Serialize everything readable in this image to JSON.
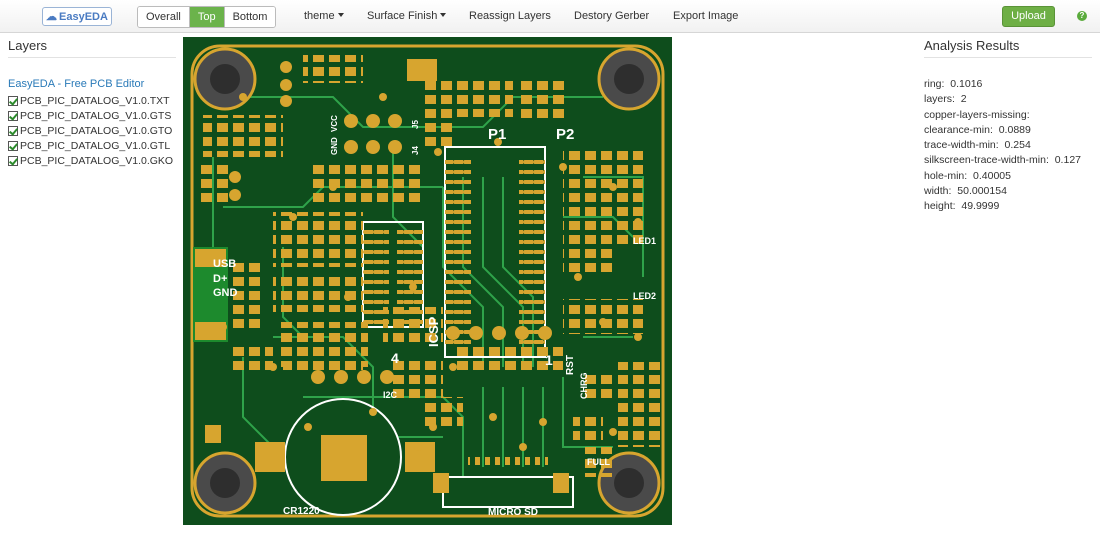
{
  "app": {
    "logo_text": "EasyEDA"
  },
  "toolbar": {
    "view_buttons": [
      "Overall",
      "Top",
      "Bottom"
    ],
    "active_view": "Top",
    "menus": {
      "theme": "theme",
      "surface_finish": "Surface Finish",
      "reassign": "Reassign Layers",
      "destroy": "Destory Gerber",
      "export": "Export Image"
    },
    "upload_label": "Upload",
    "help_label": "?"
  },
  "layers_panel": {
    "title": "Layers",
    "editor_link": "EasyEDA - Free PCB Editor",
    "items": [
      "PCB_PIC_DATALOG_V1.0.TXT",
      "PCB_PIC_DATALOG_V1.0.GTS",
      "PCB_PIC_DATALOG_V1.0.GTO",
      "PCB_PIC_DATALOG_V1.0.GTL",
      "PCB_PIC_DATALOG_V1.0.GKO"
    ]
  },
  "analysis": {
    "title": "Analysis Results",
    "items": [
      {
        "label": "ring:",
        "value": "0.1016"
      },
      {
        "label": "layers:",
        "value": "2"
      },
      {
        "label": "copper-layers-missing:",
        "value": ""
      },
      {
        "label": "clearance-min:",
        "value": "0.0889"
      },
      {
        "label": "trace-width-min:",
        "value": "0.254"
      },
      {
        "label": "silkscreen-trace-width-min:",
        "value": "0.127"
      },
      {
        "label": "hole-min:",
        "value": "0.40005"
      },
      {
        "label": "width:",
        "value": "50.000154"
      },
      {
        "label": "height:",
        "value": "49.9999"
      }
    ]
  },
  "pcb": {
    "labels": {
      "p1": "P1",
      "p2": "P2",
      "led1": "LED1",
      "led2": "LED2",
      "icsp": "ICSP",
      "rst": "RST",
      "chrg": "CHRG",
      "full": "FULL",
      "i2c": "I2C",
      "cr1220": "CR1220",
      "micro_sd": "MICRO SD",
      "usb": "USB",
      "d_plus": "D+",
      "gnd": "GND",
      "gnd_v": "GND",
      "vcc": "VCC",
      "j4": "J4",
      "j5": "J5",
      "num1": "1",
      "num4": "4"
    },
    "colors": {
      "board": "#0e4d1c",
      "copper": "#d7a52f",
      "silk": "#ffffff",
      "trace": "#2fa34a",
      "hole": "#4a4a4a"
    }
  }
}
